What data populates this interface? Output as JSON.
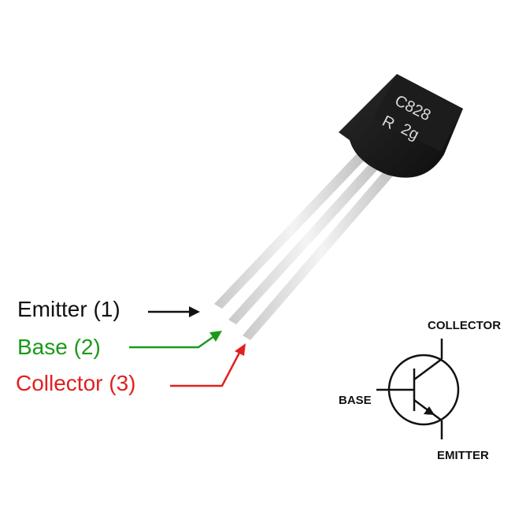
{
  "component": {
    "marking_line1": "C828",
    "marking_line2_left": "R",
    "marking_line2_right": "2g"
  },
  "pins": [
    {
      "label": "Emitter (1)",
      "color": "#111111"
    },
    {
      "label": "Base (2)",
      "color": "#1a9a1a"
    },
    {
      "label": "Collector (3)",
      "color": "#e02020"
    }
  ],
  "symbol": {
    "collector_label": "COLLECTOR",
    "base_label": "BASE",
    "emitter_label": "EMITTER"
  }
}
